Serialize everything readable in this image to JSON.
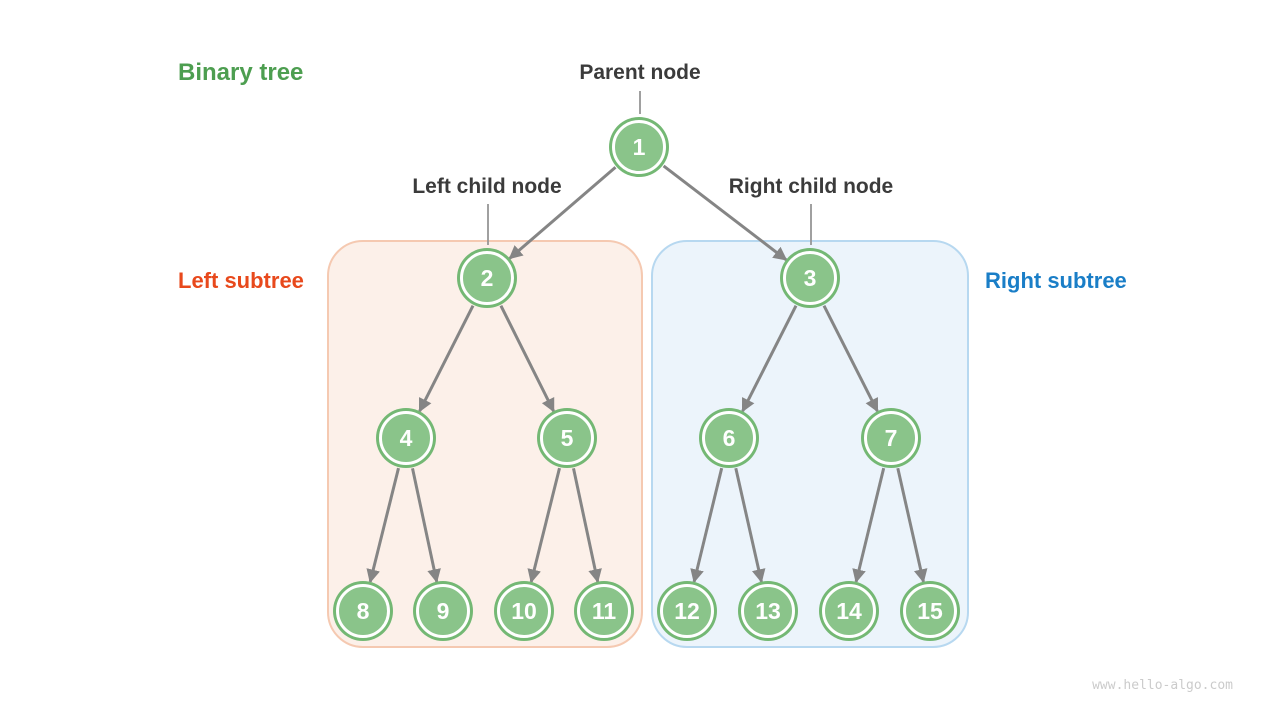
{
  "title": "Binary tree",
  "labels": {
    "parent_node": "Parent node",
    "left_child_node": "Left child node",
    "right_child_node": "Right child node",
    "left_subtree": "Left subtree",
    "right_subtree": "Right subtree"
  },
  "watermark": "www.hello-algo.com",
  "colors": {
    "title_green": "#4D9E50",
    "label_dark": "#3B3B3B",
    "left_subtree_text": "#E8491C",
    "right_subtree_text": "#1A7EC7",
    "left_box_fill": "#FCF0E9",
    "left_box_border": "#F5C9B1",
    "right_box_fill": "#ECF4FB",
    "right_box_border": "#B7D8F0",
    "node_fill": "#8AC48A",
    "node_ring": "#74B874",
    "node_text": "#FFFFFF",
    "edge_gray": "#858585",
    "connector_gray": "#969696",
    "watermark_gray": "#CBCBCB"
  },
  "tree": {
    "nodes": [
      {
        "id": 1,
        "value": "1"
      },
      {
        "id": 2,
        "value": "2"
      },
      {
        "id": 3,
        "value": "3"
      },
      {
        "id": 4,
        "value": "4"
      },
      {
        "id": 5,
        "value": "5"
      },
      {
        "id": 6,
        "value": "6"
      },
      {
        "id": 7,
        "value": "7"
      },
      {
        "id": 8,
        "value": "8"
      },
      {
        "id": 9,
        "value": "9"
      },
      {
        "id": 10,
        "value": "10"
      },
      {
        "id": 11,
        "value": "11"
      },
      {
        "id": 12,
        "value": "12"
      },
      {
        "id": 13,
        "value": "13"
      },
      {
        "id": 14,
        "value": "14"
      },
      {
        "id": 15,
        "value": "15"
      }
    ],
    "edges": [
      [
        1,
        2
      ],
      [
        1,
        3
      ],
      [
        2,
        4
      ],
      [
        2,
        5
      ],
      [
        3,
        6
      ],
      [
        3,
        7
      ],
      [
        4,
        8
      ],
      [
        4,
        9
      ],
      [
        5,
        10
      ],
      [
        5,
        11
      ],
      [
        6,
        12
      ],
      [
        6,
        13
      ],
      [
        7,
        14
      ],
      [
        7,
        15
      ]
    ]
  }
}
